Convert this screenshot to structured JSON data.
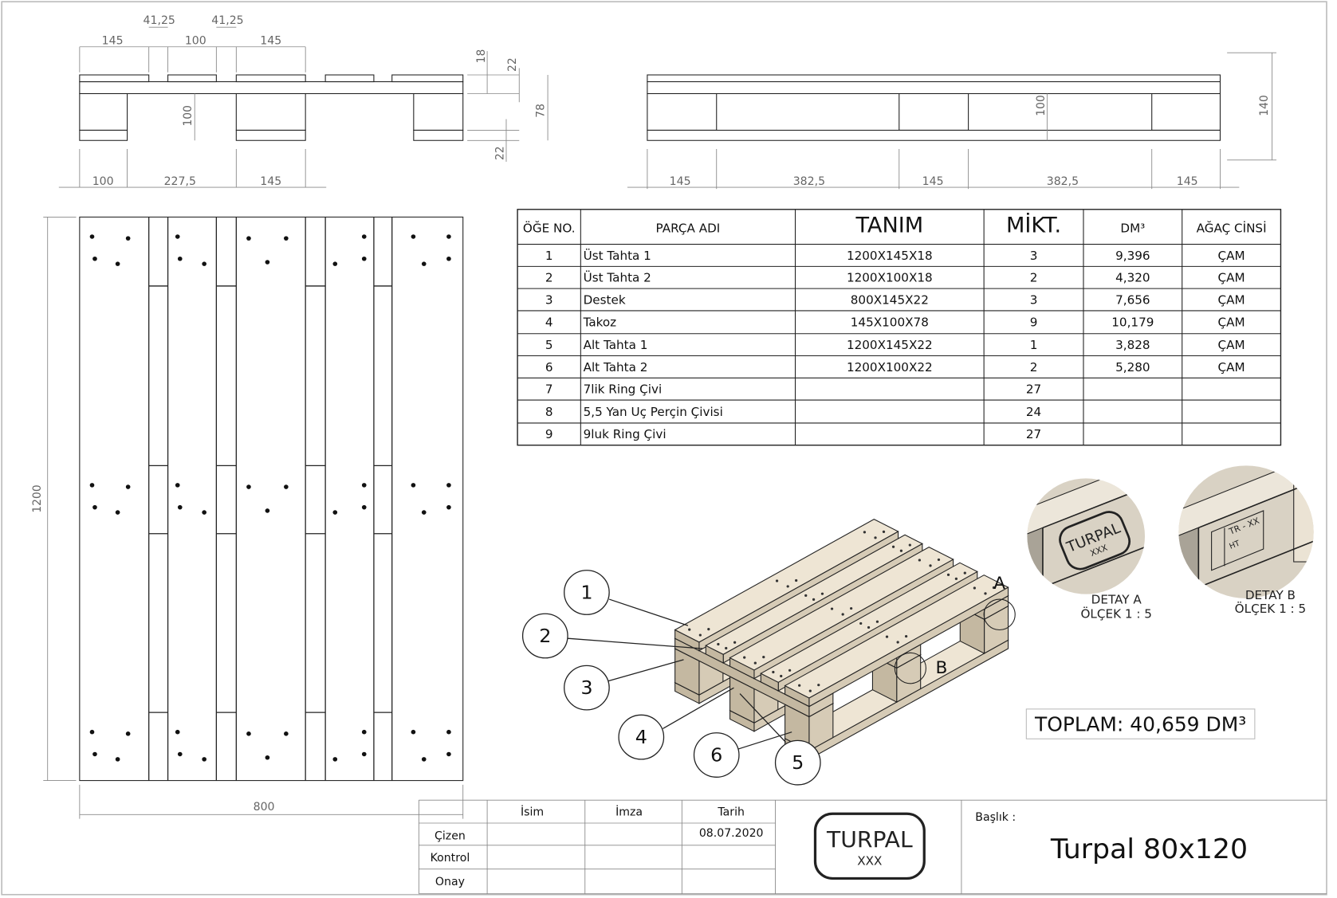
{
  "side_view": {
    "dims_top": [
      "41,25",
      "41,25",
      "145",
      "100",
      "145"
    ],
    "dims_bottom": [
      "100",
      "227,5",
      "145"
    ],
    "dims_vertical": [
      "18",
      "22",
      "100",
      "78",
      "22"
    ]
  },
  "front_view": {
    "dims_bottom": [
      "145",
      "382,5",
      "145",
      "382,5",
      "145"
    ],
    "dims_vertical": [
      "100",
      "140"
    ]
  },
  "plan_view": {
    "height_dim": "1200",
    "width_dim": "800"
  },
  "bom": {
    "headers": [
      "ÖĞE NO.",
      "PARÇA ADI",
      "TANIM",
      "MİKT.",
      "DM³",
      "AĞAÇ CİNSİ"
    ],
    "rows": [
      [
        "1",
        "Üst Tahta 1",
        "1200X145X18",
        "3",
        "9,396",
        "ÇAM"
      ],
      [
        "2",
        "Üst Tahta 2",
        "1200X100X18",
        "2",
        "4,320",
        "ÇAM"
      ],
      [
        "3",
        "Destek",
        "800X145X22",
        "3",
        "7,656",
        "ÇAM"
      ],
      [
        "4",
        "Takoz",
        "145X100X78",
        "9",
        "10,179",
        "ÇAM"
      ],
      [
        "5",
        "Alt Tahta 1",
        "1200X145X22",
        "1",
        "3,828",
        "ÇAM"
      ],
      [
        "6",
        "Alt Tahta 2",
        "1200X100X22",
        "2",
        "5,280",
        "ÇAM"
      ],
      [
        "7",
        "7lik Ring Çivi",
        "",
        "27",
        "",
        ""
      ],
      [
        "8",
        "5,5 Yan Uç Perçin Çivisi",
        "",
        "24",
        "",
        ""
      ],
      [
        "9",
        "9luk Ring Çivi",
        "",
        "27",
        "",
        ""
      ]
    ]
  },
  "iso": {
    "balloons": [
      "1",
      "2",
      "3",
      "4",
      "6",
      "5"
    ],
    "detail_markers": [
      "A",
      "B"
    ]
  },
  "details": {
    "a": {
      "title": "DETAY A",
      "scale": "ÖLÇEK 1 : 5",
      "stamp": "TURPAL",
      "stamp_sub": "XXX"
    },
    "b": {
      "title": "DETAY B",
      "scale": "ÖLÇEK 1 : 5",
      "mark1": "TR - XX",
      "mark2": "HT"
    }
  },
  "total": "TOPLAM: 40,659 DM³",
  "title_block": {
    "col_headers": [
      "İsim",
      "İmza",
      "Tarih"
    ],
    "row_labels": [
      "Çizen",
      "Kontrol",
      "Onay"
    ],
    "date": "08.07.2020",
    "logo_main": "TURPAL",
    "logo_sub": "XXX",
    "title_label": "Başlık :",
    "title": "Turpal 80x120"
  },
  "colors": {
    "wood_top": "#eee5d4",
    "wood_side": "#d6cbb6",
    "wood_dark": "#c4b8a1",
    "line": "#222222"
  }
}
